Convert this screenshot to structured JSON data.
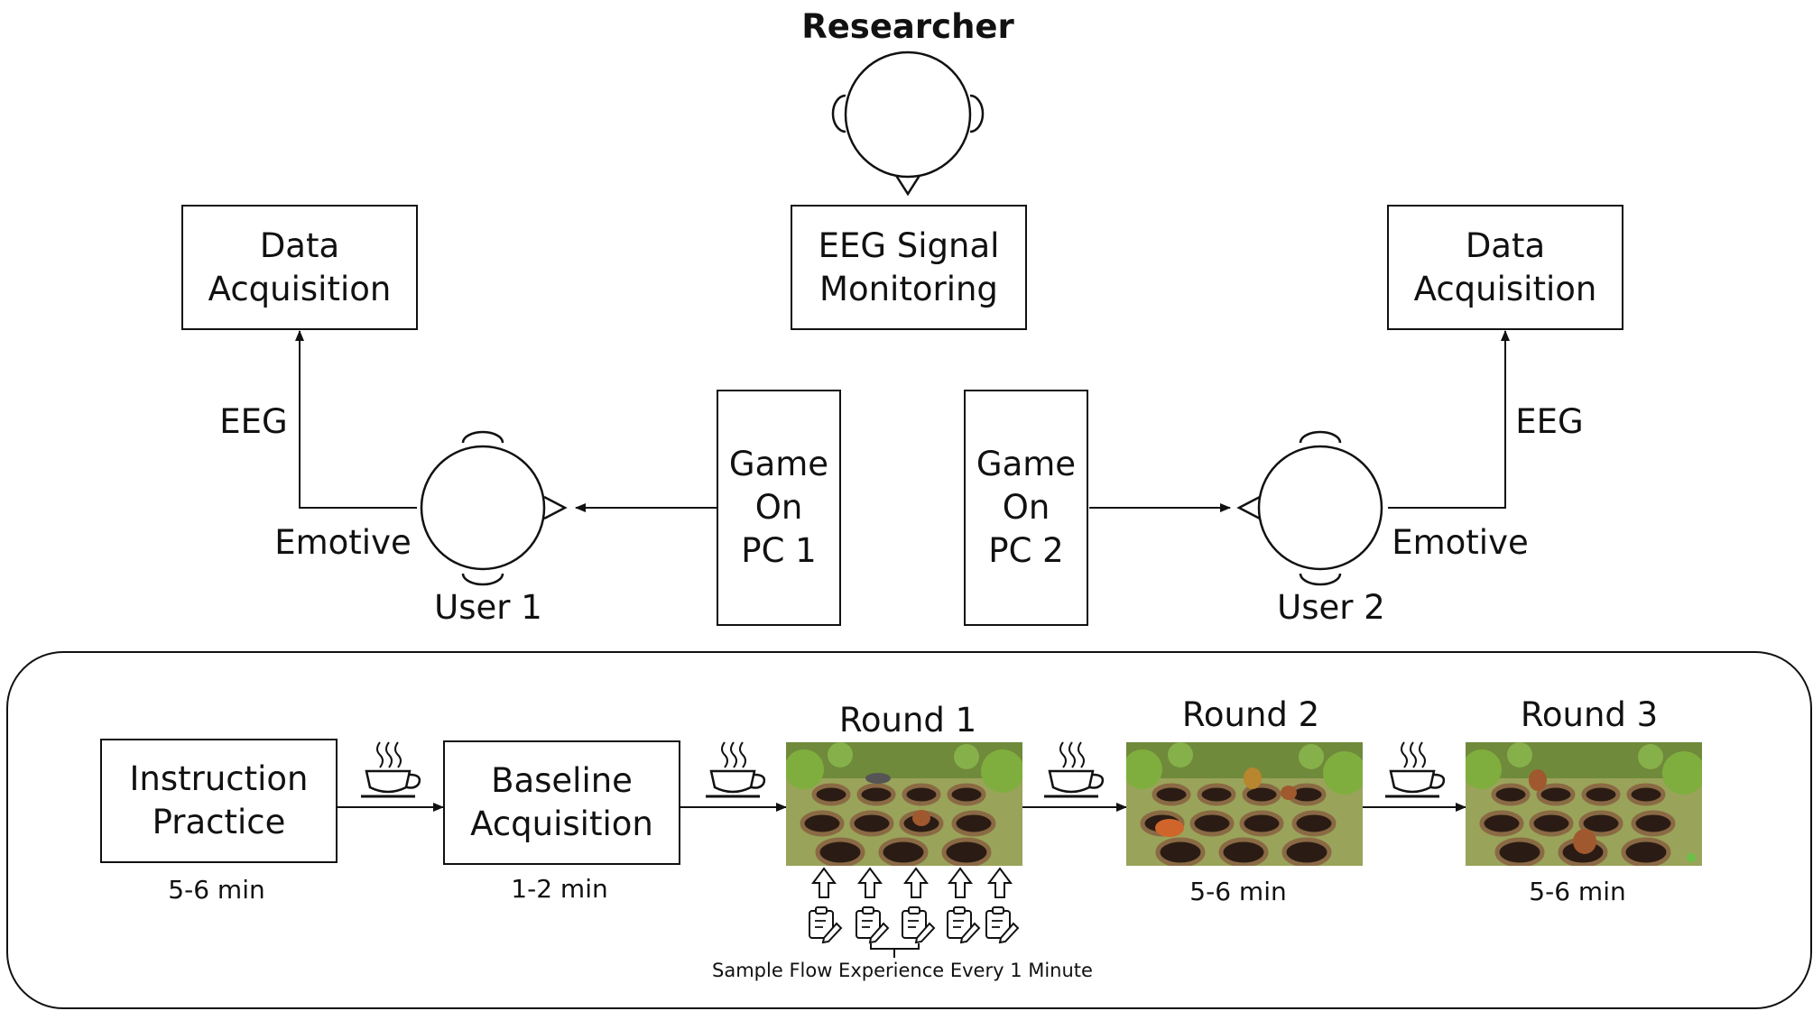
{
  "top": {
    "researcher_label": "Researcher",
    "eeg_monitoring": "EEG Signal\nMonitoring",
    "left_data_acquisition": "Data\nAcquisition",
    "right_data_acquisition": "Data\nAcquisition",
    "left_eeg": "EEG",
    "right_eeg": "EEG",
    "left_emotive": "Emotive",
    "right_emotive": "Emotive",
    "user1": "User 1",
    "user2": "User 2",
    "game_pc1": "Game\nOn\nPC 1",
    "game_pc2": "Game\nOn\nPC 2"
  },
  "procedure": {
    "steps": [
      {
        "label": "Instruction\nPractice",
        "duration": "5-6 min"
      },
      {
        "label": "Baseline\nAcquisition",
        "duration": "1-2 min"
      }
    ],
    "rounds": [
      {
        "label": "Round 1",
        "duration": ""
      },
      {
        "label": "Round 2",
        "duration": "5-6 min"
      },
      {
        "label": "Round 3",
        "duration": "5-6 min"
      }
    ],
    "sample_note": "Sample Flow Experience Every 1 Minute"
  },
  "icons": [
    "coffee-cup-icon",
    "questionnaire-icon",
    "up-arrow-icon",
    "head-icon"
  ]
}
